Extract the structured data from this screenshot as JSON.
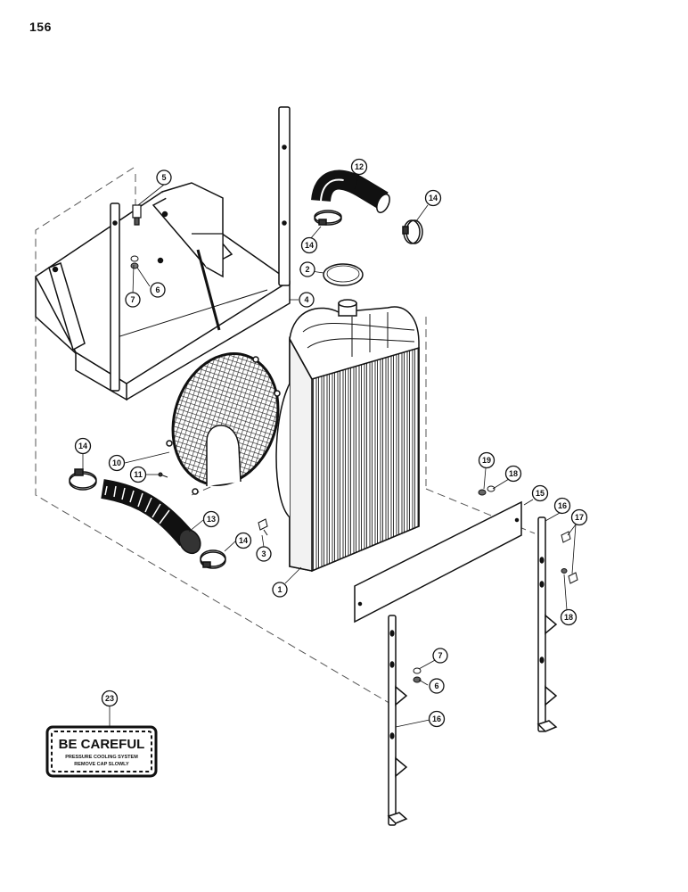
{
  "page_number": "156",
  "callouts": {
    "c1": "1",
    "c2": "2",
    "c3": "3",
    "c4": "4",
    "c5": "5",
    "c6a": "6",
    "c6b": "6",
    "c7a": "7",
    "c7b": "7",
    "c10": "10",
    "c11": "11",
    "c12": "12",
    "c13": "13",
    "c14a": "14",
    "c14b": "14",
    "c14c": "14",
    "c14d": "14",
    "c15": "15",
    "c16a": "16",
    "c16b": "16",
    "c17": "17",
    "c18a": "18",
    "c18b": "18",
    "c19": "19",
    "c23": "23"
  },
  "warning_decal": {
    "title": "BE CAREFUL",
    "line1": "PRESSURE COOLING SYSTEM",
    "line2": "REMOVE CAP SLOWLY"
  }
}
